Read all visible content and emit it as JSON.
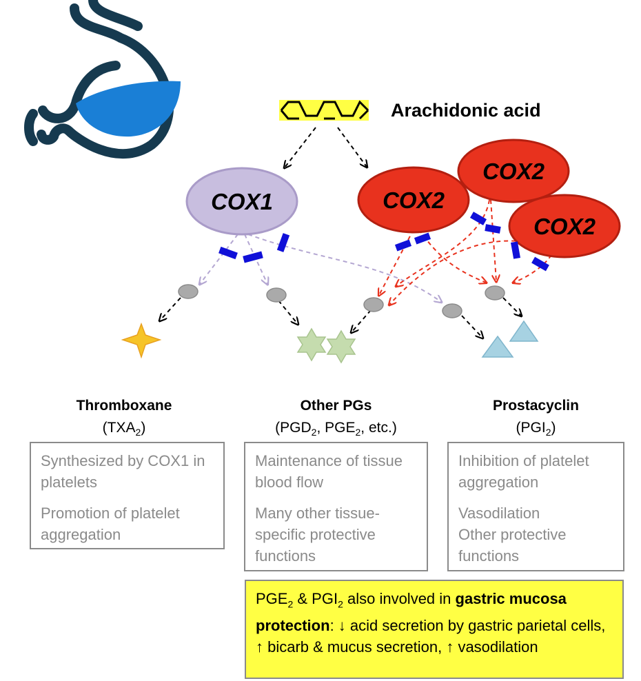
{
  "diagram": {
    "substrate": "Arachidonic acid",
    "cox1": "COX1",
    "cox2": "COX2"
  },
  "products": [
    {
      "title": "Thromboxane",
      "abbr": "TXA",
      "abbr_sub": "2",
      "abbr_tail": ")",
      "notes": [
        "Synthesized by COX1 in platelets",
        "Promotion of platelet aggregation"
      ]
    },
    {
      "title": "Other PGs",
      "abbr_parts": [
        "(PGD",
        "2",
        ", PGE",
        "2",
        ", etc.)"
      ],
      "notes": [
        "Maintenance of tissue blood flow",
        "Many other tissue-specific protective functions"
      ]
    },
    {
      "title": "Prostacyclin",
      "abbr": "PGI",
      "abbr_sub": "2",
      "abbr_tail": ")",
      "notes": [
        "Inhibition of platelet aggregation",
        "Vasodilation",
        "Other protective functions"
      ]
    }
  ],
  "callout": {
    "p1": "PGE",
    "s1": "2",
    "p2": " & PGI",
    "s2": "2",
    "p3": " also involved in ",
    "bold": "gastric mucosa protection",
    "p4": ":  ↓ acid secretion by gastric parietal cells, ↑ bicarb & mucus secretion, ↑ vasodilation"
  },
  "colors": {
    "cox1_fill": "#c8bedf",
    "cox1_stroke": "#a99bc8",
    "cox2_fill": "#e8321e",
    "cox2_stroke": "#b31f10",
    "inhibitor": "#1010d8",
    "stomach": "#163a4f",
    "stomach_acid": "#1a7fd6",
    "callout_bg": "#ffff44"
  },
  "icons": [
    "stomach-icon",
    "star-icon",
    "hexagram-icon",
    "triangle-icon"
  ]
}
